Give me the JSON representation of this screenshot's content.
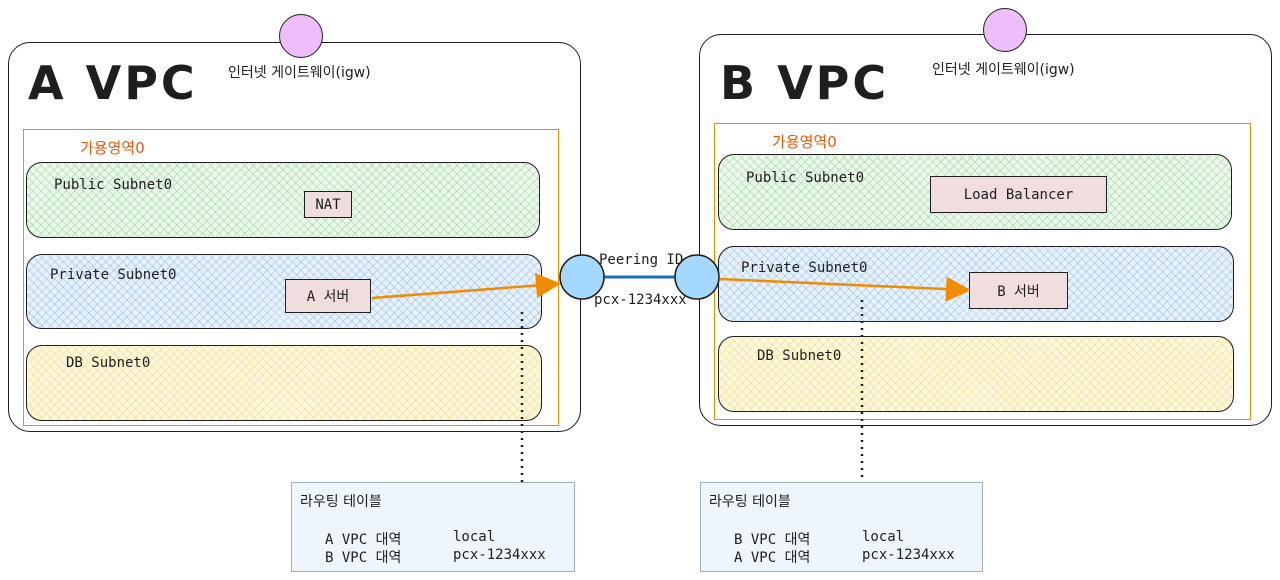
{
  "vpc_a": {
    "title": "A VPC",
    "igw_label": "인터넷 게이트웨이(igw)",
    "az_label": "가용영역0",
    "public_subnet": "Public Subnet0",
    "private_subnet": "Private Subnet0",
    "db_subnet": "DB Subnet0",
    "nat_label": "NAT",
    "server_label": "A 서버"
  },
  "vpc_b": {
    "title": "B VPC",
    "igw_label": "인터넷 게이트웨이(igw)",
    "az_label": "가용영역0",
    "public_subnet": "Public Subnet0",
    "private_subnet": "Private Subnet0",
    "db_subnet": "DB Subnet0",
    "lb_label": "Load Balancer",
    "server_label": "B 서버"
  },
  "peering": {
    "label": "Peering ID",
    "id": "pcx-1234xxx"
  },
  "route_table_a": {
    "title": "라우팅 테이블",
    "rows": [
      {
        "dest": "A VPC 대역",
        "target": "local"
      },
      {
        "dest": "B VPC 대역",
        "target": "pcx-1234xxx"
      }
    ]
  },
  "route_table_b": {
    "title": "라우팅 테이블",
    "rows": [
      {
        "dest": "B VPC 대역",
        "target": "local"
      },
      {
        "dest": "A VPC 대역",
        "target": "pcx-1234xxx"
      }
    ]
  },
  "colors": {
    "arrow": "#f08c00",
    "peering_line": "#1971c2",
    "peering_node": "#a5d8ff",
    "igw": "#eebefa",
    "az_border": "#f08c00"
  }
}
